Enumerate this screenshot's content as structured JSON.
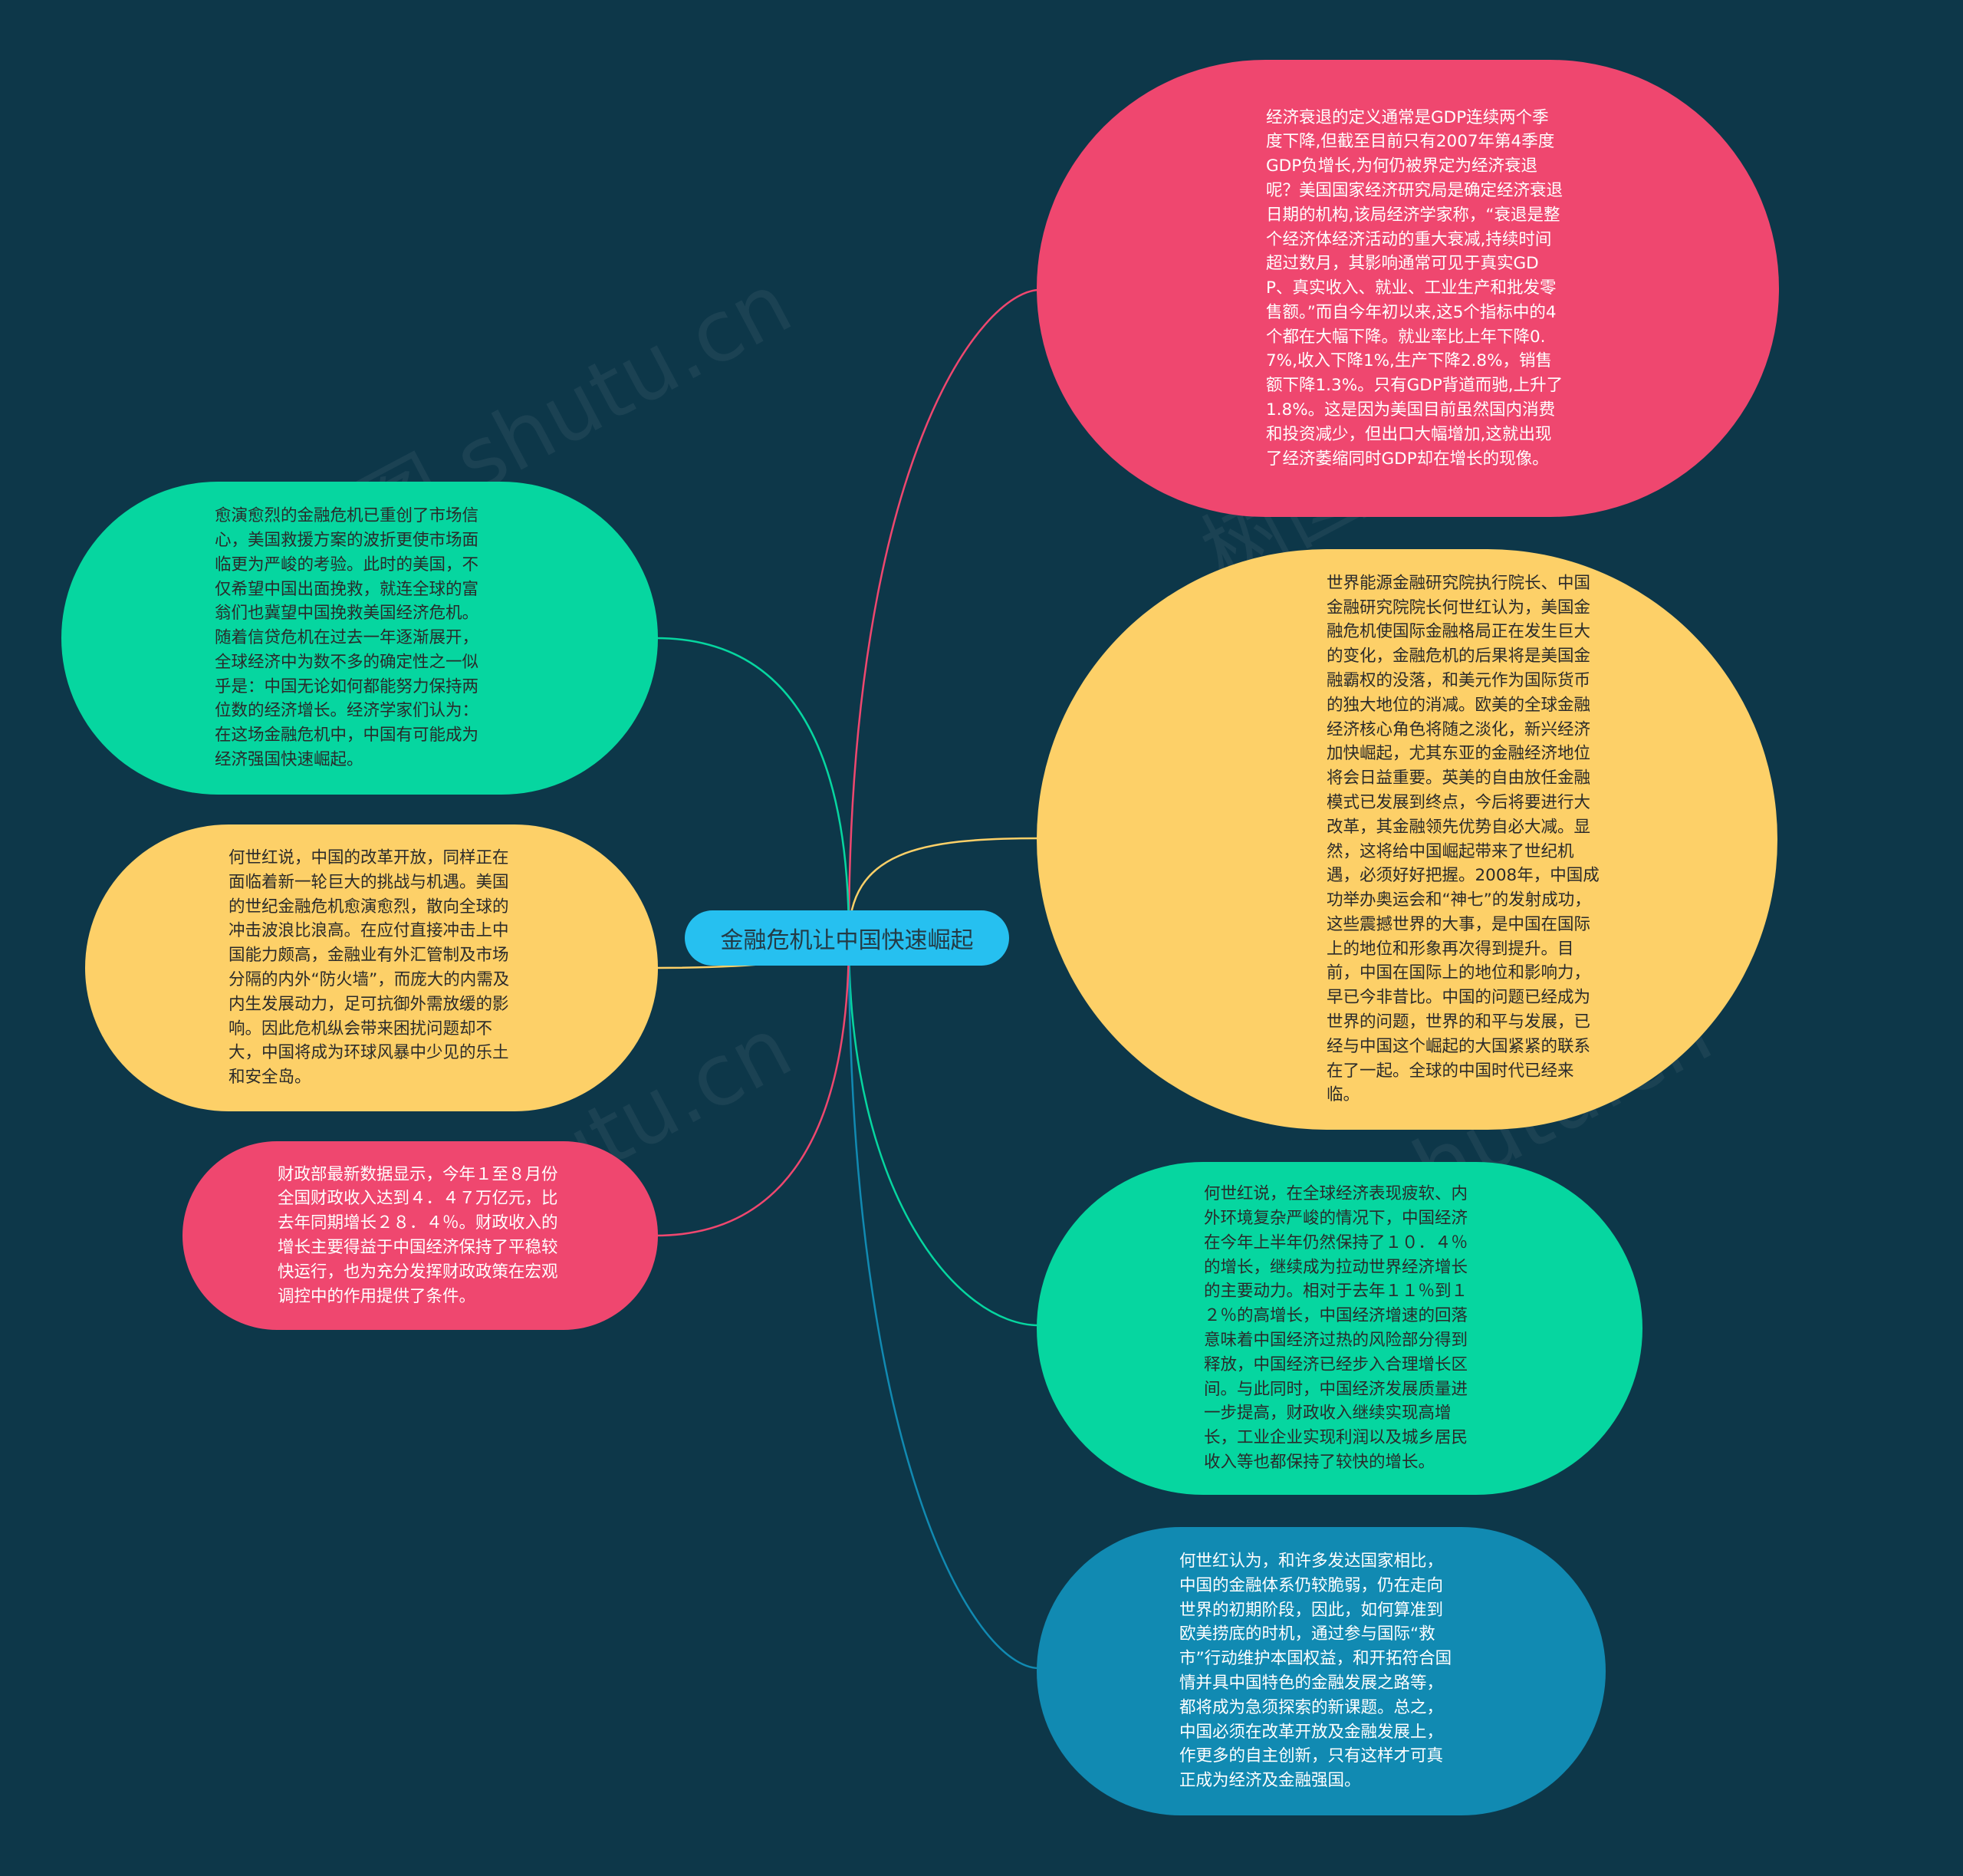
{
  "center": {
    "label": "金融危机让中国快速崛起"
  },
  "colors": {
    "background": "#0d3749",
    "center": "#26c0f0",
    "pink": "#ef476f",
    "yellow": "#fdd068",
    "green": "#06d6a0",
    "blue": "#118ab2"
  },
  "nodes": [
    {
      "id": "right-1",
      "color": "pink",
      "text": "经济衰退的定义通常是GDP连续两个季度下降,但截至目前只有2007年第4季度GDP负增长,为何仍被界定为经济衰退呢？美国国家经济研究局是确定经济衰退日期的机构,该局经济学家称，“衰退是整个经济体经济活动的重大衰减,持续时间超过数月，其影响通常可见于真实GDP、真实收入、就业、工业生产和批发零售额。”而自今年初以来,这5个指标中的4个都在大幅下降。就业率比上年下降0.7%,收入下降1%,生产下降2.8%，销售额下降1.3%。只有GDP背道而驰,上升了1.8%。这是因为美国目前虽然国内消费和投资减少，但出口大幅增加,这就出现了经济萎缩同时GDP却在增长的现像。"
    },
    {
      "id": "right-2",
      "color": "yellow",
      "text": "世界能源金融研究院执行院长、中国金融研究院院长何世红认为，美国金融危机使国际金融格局正在发生巨大的变化，金融危机的后果将是美国金融霸权的没落，和美元作为国际货币的独大地位的消减。欧美的全球金融经济核心角色将随之淡化，新兴经济加快崛起，尤其东亚的金融经济地位将会日益重要。英美的自由放任金融模式已发展到终点，今后将要进行大改革，其金融领先优势自必大减。显然，这将给中国崛起带来了世纪机遇，必须好好把握。2008年，中国成功举办奥运会和“神七”的发射成功，这些震撼世界的大事，是中国在国际上的地位和形象再次得到提升。目前，中国在国际上的地位和影响力，早已今非昔比。中国的问题已经成为世界的问题，世界的和平与发展，已经与中国这个崛起的大国紧紧的联系在了一起。全球的中国时代已经来临。"
    },
    {
      "id": "right-3",
      "color": "green",
      "text": "何世红说，在全球经济表现疲软、内外环境复杂严峻的情况下，中国经济在今年上半年仍然保持了１０．４％的增长，继续成为拉动世界经济增长的主要动力。相对于去年１１％到１２％的高增长，中国经济增速的回落意味着中国经济过热的风险部分得到释放，中国经济已经步入合理增长区间。与此同时，中国经济发展质量进一步提高，财政收入继续实现高增长，工业企业实现利润以及城乡居民收入等也都保持了较快的增长。"
    },
    {
      "id": "right-4",
      "color": "blue",
      "text": "何世红认为，和许多发达国家相比，中国的金融体系仍较脆弱，仍在走向世界的初期阶段，因此，如何算准到欧美捞底的时机，通过参与国际“救市”行动维护本国权益，和开拓符合国情并具中国特色的金融发展之路等，都将成为急须探索的新课题。总之，中国必须在改革开放及金融发展上，作更多的自主创新，只有这样才可真正成为经济及金融强国。"
    },
    {
      "id": "left-1",
      "color": "green",
      "text": "愈演愈烈的金融危机已重创了市场信心，美国救援方案的波折更使市场面临更为严峻的考验。此时的美国，不仅希望中国出面挽救，就连全球的富翁们也冀望中国挽救美国经济危机。随着信贷危机在过去一年逐渐展开，全球经济中为数不多的确定性之一似乎是：中国无论如何都能努力保持两位数的经济增长。经济学家们认为：在这场金融危机中，中国有可能成为经济强国快速崛起。"
    },
    {
      "id": "left-2",
      "color": "yellow",
      "text": "何世红说，中国的改革开放，同样正在面临着新一轮巨大的挑战与机遇。美国的世纪金融危机愈演愈烈，散向全球的冲击波浪比浪高。在应付直接冲击上中国能力颇高，金融业有外汇管制及市场分隔的内外“防火墙”，而庞大的内需及内生发展动力，足可抗御外需放缓的影响。因此危机纵会带来困扰问题却不大，中国将成为环球风暴中少见的乐土和安全岛。"
    },
    {
      "id": "left-3",
      "color": "pink",
      "text": "财政部最新数据显示，今年１至８月份全国财政收入达到４．４７万亿元，比去年同期增长２８．４％。财政收入的增长主要得益于中国经济保持了平稳较快运行，也为充分发挥财政政策在宏观调控中的作用提供了条件。"
    }
  ],
  "watermark": "树图 shutu.cn"
}
